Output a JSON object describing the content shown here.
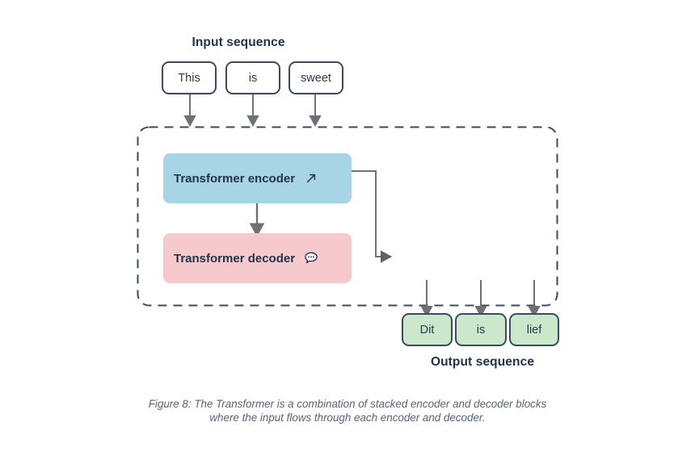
{
  "figure": {
    "input_title": "Input sequence",
    "output_title": "Output sequence",
    "caption_line_1": "Figure 8: The Transformer is a combination of stacked encoder and decoder blocks",
    "caption_line_2": "where the input flows through each encoder and decoder."
  },
  "input_tokens": [
    {
      "label": "This"
    },
    {
      "label": "is"
    },
    {
      "label": "sweet"
    }
  ],
  "output_tokens": [
    {
      "label": "Dit"
    },
    {
      "label": "is"
    },
    {
      "label": "lief"
    }
  ],
  "blocks": [
    {
      "label": "Transformer encoder",
      "icon": "arrow-up-right-icon",
      "fill": "#a8d5e5"
    },
    {
      "label": "Transformer decoder",
      "icon": "speech-bubble-icon",
      "fill": "#f6c9cc"
    }
  ],
  "colors": {
    "background": "#ffffff",
    "text_dark": "#21334c",
    "box_border": "#3a4a62",
    "encoder_fill": "#a8d5e5",
    "decoder_fill": "#f6c9cc",
    "output_fill": "#cce8cb",
    "arrow_gray": "#6e7277",
    "container_dash": "#3a4a62",
    "caption_gray": "#5a6472"
  }
}
